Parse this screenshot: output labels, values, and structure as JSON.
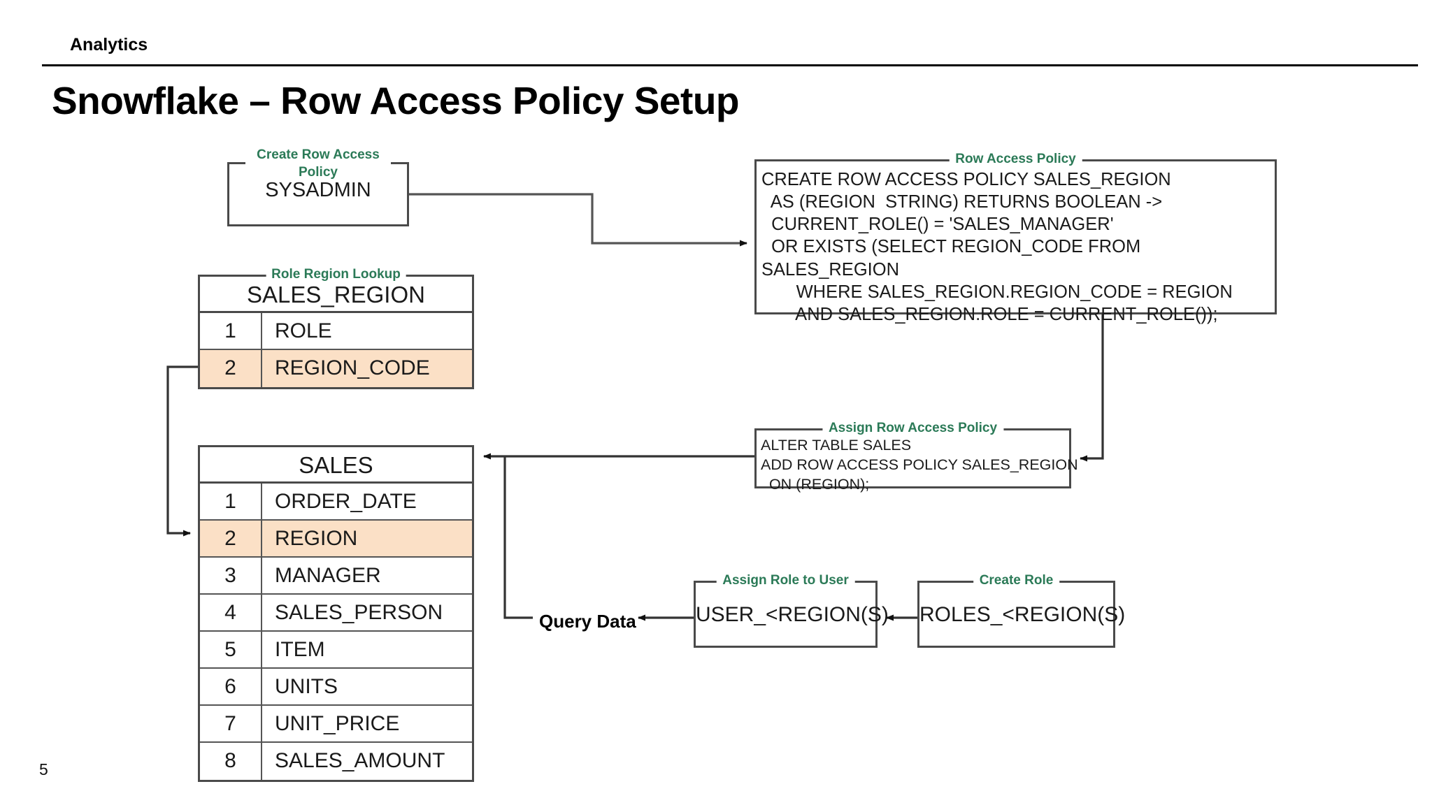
{
  "header": {
    "eyebrow": "Analytics",
    "title": "Snowflake – Row Access Policy Setup"
  },
  "page_number": "5",
  "colors": {
    "legend_green": "#2b7a57",
    "highlight_peach": "#fbe0c6",
    "border_gray": "#4a4a4a",
    "text_black": "#1a1a1a"
  },
  "diagram": {
    "boxes": {
      "create_policy": {
        "legend": "Create Row Access Policy",
        "body": "SYSADMIN"
      },
      "row_access_policy": {
        "legend": "Row Access Policy",
        "body": "CREATE ROW ACCESS POLICY SALES_REGION\n  AS (REGION  STRING) RETURNS BOOLEAN ->\n  CURRENT_ROLE() = 'SALES_MANAGER'\n  OR EXISTS (SELECT REGION_CODE FROM\nSALES_REGION\n       WHERE SALES_REGION.REGION_CODE = REGION\n       AND SALES_REGION.ROLE = CURRENT_ROLE());"
      },
      "assign_policy": {
        "legend": "Assign Row Access Policy",
        "body": "ALTER TABLE SALES\nADD ROW ACCESS POLICY SALES_REGION\n  ON (REGION);"
      },
      "assign_role_to_user": {
        "legend": "Assign Role to User",
        "body": "USER_<REGION(S)"
      },
      "create_role": {
        "legend": "Create Role",
        "body": "ROLES_<REGION(S)"
      }
    },
    "labels": {
      "query_data": "Query Data"
    },
    "tables": [
      {
        "id": "sales_region",
        "legend": "Role Region Lookup",
        "title": "SALES_REGION",
        "rows": [
          {
            "index": "1",
            "name": "ROLE",
            "highlight": false
          },
          {
            "index": "2",
            "name": "REGION_CODE",
            "highlight": true
          }
        ]
      },
      {
        "id": "sales",
        "legend": "",
        "title": "SALES",
        "rows": [
          {
            "index": "1",
            "name": "ORDER_DATE",
            "highlight": false
          },
          {
            "index": "2",
            "name": "REGION",
            "highlight": true
          },
          {
            "index": "3",
            "name": "MANAGER",
            "highlight": false
          },
          {
            "index": "4",
            "name": "SALES_PERSON",
            "highlight": false
          },
          {
            "index": "5",
            "name": "ITEM",
            "highlight": false
          },
          {
            "index": "6",
            "name": "UNITS",
            "highlight": false
          },
          {
            "index": "7",
            "name": "UNIT_PRICE",
            "highlight": false
          },
          {
            "index": "8",
            "name": "SALES_AMOUNT",
            "highlight": false
          }
        ]
      }
    ]
  }
}
